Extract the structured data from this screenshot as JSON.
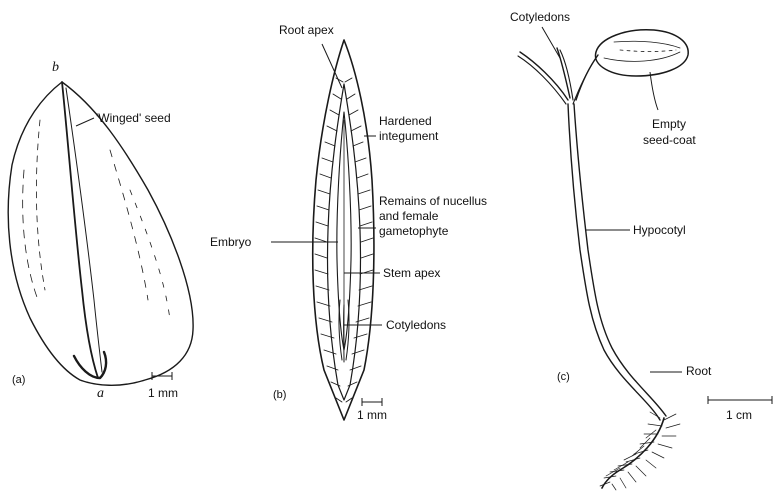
{
  "panels": {
    "a": {
      "label": "(a)",
      "point_top": "b",
      "point_bottom": "a",
      "callout": "'Winged' seed",
      "scale": "1 mm"
    },
    "b": {
      "label": "(b)",
      "callouts": {
        "root_apex": "Root apex",
        "hardened_1": "Hardened",
        "hardened_2": "integument",
        "remains_1": "Remains of nucellus",
        "remains_2": "and female",
        "remains_3": "gametophyte",
        "embryo": "Embryo",
        "stem_apex": "Stem apex",
        "cotyledons": "Cotyledons"
      },
      "scale": "1 mm"
    },
    "c": {
      "label": "(c)",
      "callouts": {
        "cotyledons": "Cotyledons",
        "empty_1": "Empty",
        "empty_2": "seed-coat",
        "hypocotyl": "Hypocotyl",
        "root": "Root"
      },
      "scale": "1 cm"
    }
  }
}
